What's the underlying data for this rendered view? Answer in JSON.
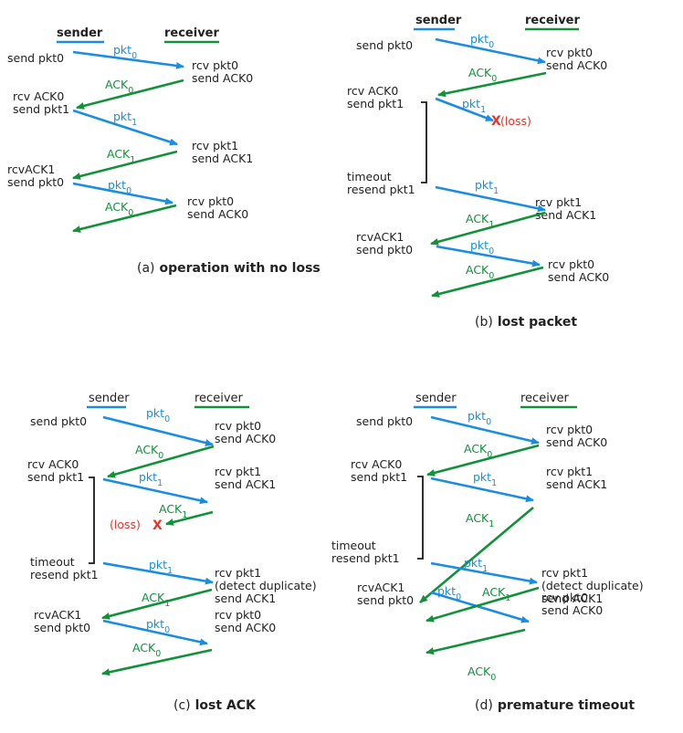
{
  "colors": {
    "pkt": "#1a8de0",
    "ack": "#12913a",
    "loss": "#e8332b",
    "text": "#222222",
    "bracket": "#1a1a1a"
  },
  "diagrams": [
    {
      "id": "a",
      "caption_id": "(a)",
      "caption_text": "operation with no loss",
      "header": {
        "sender": "sender",
        "receiver": "receiver",
        "bold": true
      },
      "labels": [
        {
          "lines": [
            "send pkt0"
          ]
        },
        {
          "lines": [
            "rcv pkt0",
            "send ACK0"
          ]
        },
        {
          "lines": [
            "rcv ACK0",
            "send pkt1"
          ]
        },
        {
          "lines": [
            "rcv pkt1",
            "send ACK1"
          ]
        },
        {
          "lines": [
            "rcvACK1",
            "send pkt0"
          ]
        },
        {
          "lines": [
            "rcv pkt0",
            "send ACK0"
          ]
        }
      ],
      "arrows": [
        {
          "kind": "pkt",
          "base": "pkt",
          "sub": "0"
        },
        {
          "kind": "ack",
          "base": "ACK",
          "sub": "0"
        },
        {
          "kind": "pkt",
          "base": "pkt",
          "sub": "1"
        },
        {
          "kind": "ack",
          "base": "ACK",
          "sub": "1"
        },
        {
          "kind": "pkt",
          "base": "pkt",
          "sub": "0"
        },
        {
          "kind": "ack",
          "base": "ACK",
          "sub": "0"
        }
      ]
    },
    {
      "id": "b",
      "caption_id": "(b)",
      "caption_text": "lost packet",
      "header": {
        "sender": "sender",
        "receiver": "receiver",
        "bold": true
      },
      "labels": [
        {
          "lines": [
            "send pkt0"
          ]
        },
        {
          "lines": [
            "rcv pkt0",
            "send ACK0"
          ]
        },
        {
          "lines": [
            "rcv ACK0",
            "send pkt1"
          ]
        },
        {
          "lines": [
            "timeout",
            "resend pkt1"
          ]
        },
        {
          "lines": [
            "rcv pkt1",
            "send ACK1"
          ]
        },
        {
          "lines": [
            "rcvACK1",
            "send pkt0"
          ]
        },
        {
          "lines": [
            "rcv pkt0",
            "send ACK0"
          ]
        }
      ],
      "arrows": [
        {
          "kind": "pkt",
          "base": "pkt",
          "sub": "0"
        },
        {
          "kind": "ack",
          "base": "ACK",
          "sub": "0"
        },
        {
          "kind": "pkt",
          "base": "pkt",
          "sub": "1"
        },
        {
          "kind": "pkt",
          "base": "pkt",
          "sub": "1"
        },
        {
          "kind": "ack",
          "base": "ACK",
          "sub": "1"
        },
        {
          "kind": "pkt",
          "base": "pkt",
          "sub": "0"
        },
        {
          "kind": "ack",
          "base": "ACK",
          "sub": "0"
        }
      ],
      "loss": {
        "mark": "X",
        "text": "(loss)"
      }
    },
    {
      "id": "c",
      "caption_id": "(c)",
      "caption_text": "lost ACK",
      "header": {
        "sender": "sender",
        "receiver": "receiver",
        "bold": false
      },
      "labels": [
        {
          "lines": [
            "send pkt0"
          ]
        },
        {
          "lines": [
            "rcv pkt0",
            "send ACK0"
          ]
        },
        {
          "lines": [
            "rcv ACK0",
            "send pkt1"
          ]
        },
        {
          "lines": [
            "rcv pkt1",
            "send ACK1"
          ]
        },
        {
          "lines": [
            "timeout",
            "resend pkt1"
          ]
        },
        {
          "lines": [
            "rcv pkt1",
            "(detect duplicate)",
            "send ACK1"
          ]
        },
        {
          "lines": [
            "rcvACK1",
            "send pkt0"
          ]
        },
        {
          "lines": [
            "rcv pkt0",
            "send ACK0"
          ]
        }
      ],
      "arrows": [
        {
          "kind": "pkt",
          "base": "pkt",
          "sub": "0"
        },
        {
          "kind": "ack",
          "base": "ACK",
          "sub": "0"
        },
        {
          "kind": "pkt",
          "base": "pkt",
          "sub": "1"
        },
        {
          "kind": "ack",
          "base": "ACK",
          "sub": "1"
        },
        {
          "kind": "pkt",
          "base": "pkt",
          "sub": "1"
        },
        {
          "kind": "ack",
          "base": "ACK",
          "sub": "1"
        },
        {
          "kind": "pkt",
          "base": "pkt",
          "sub": "0"
        },
        {
          "kind": "ack",
          "base": "ACK",
          "sub": "0"
        }
      ],
      "loss": {
        "mark": "X",
        "text": "(loss)"
      }
    },
    {
      "id": "d",
      "caption_id": "(d)",
      "caption_text": "premature timeout",
      "header": {
        "sender": "sender",
        "receiver": "receiver",
        "bold": false
      },
      "labels": [
        {
          "lines": [
            "send pkt0"
          ]
        },
        {
          "lines": [
            "rcv pkt0",
            "send ACK0"
          ]
        },
        {
          "lines": [
            "rcv ACK0",
            "send pkt1"
          ]
        },
        {
          "lines": [
            "rcv pkt1",
            "send ACK1"
          ]
        },
        {
          "lines": [
            "timeout",
            "resend pkt1"
          ]
        },
        {
          "lines": [
            "rcv pkt1",
            "(detect duplicate)",
            "send ACK1"
          ]
        },
        {
          "lines": [
            "rcvACK1",
            "send pkt0"
          ]
        },
        {
          "lines": [
            "rcv pkt0",
            "send ACK0"
          ]
        }
      ],
      "arrows": [
        {
          "kind": "pkt",
          "base": "pkt",
          "sub": "0"
        },
        {
          "kind": "ack",
          "base": "ACK",
          "sub": "0"
        },
        {
          "kind": "pkt",
          "base": "pkt",
          "sub": "1"
        },
        {
          "kind": "ack",
          "base": "ACK",
          "sub": "1"
        },
        {
          "kind": "pkt",
          "base": "pkt",
          "sub": "1"
        },
        {
          "kind": "pkt",
          "base": "pkt",
          "sub": "0"
        },
        {
          "kind": "ack",
          "base": "ACK",
          "sub": "1"
        },
        {
          "kind": "ack",
          "base": "ACK",
          "sub": "0"
        }
      ]
    }
  ]
}
